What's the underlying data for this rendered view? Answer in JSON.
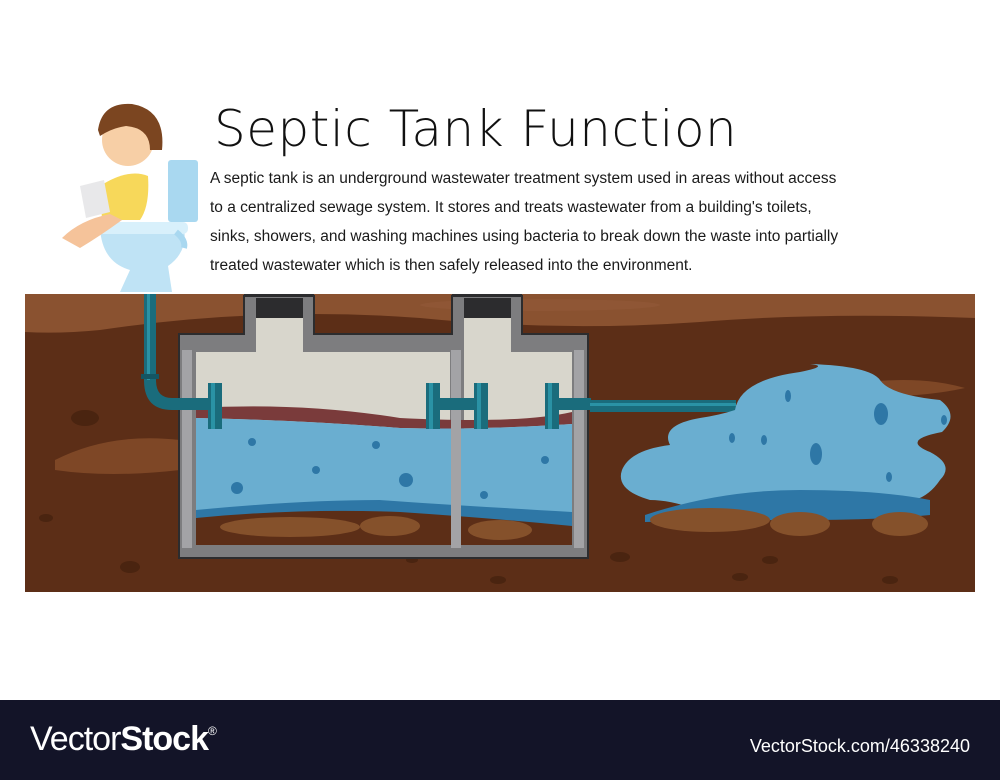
{
  "header": {
    "title": "Septic Tank Function",
    "description_lines": [
      "A septic tank is an underground wastewater treatment system used in areas without access",
      "to a centralized sewage system. It stores and treats wastewater from a building's toilets,",
      "sinks, showers, and washing machines using bacteria to break down the waste into partially",
      "treated wastewater which is then safely released into the environment."
    ]
  },
  "illustration": {
    "elements": [
      "boy-on-toilet",
      "inlet-pipe",
      "septic-tank-chamber-1",
      "septic-tank-chamber-2",
      "outlet-pipe",
      "drain-field-water"
    ],
    "colors": {
      "soil_top": "#8a5230",
      "soil": "#5c2e17",
      "soil_patch": "#7e4726",
      "concrete": "#7d7d7f",
      "concrete_light": "#a3a3a6",
      "lid": "#2c2c2e",
      "air": "#d8d6cc",
      "scum": "#7a3b3b",
      "water": "#6aaed0",
      "water_dark": "#2e77a6",
      "sludge": "#85512b",
      "pipe": "#1a6c7c",
      "pipe_light": "#2a92a5"
    }
  },
  "footer": {
    "brand_thin": "Vector",
    "brand_bold": "Stock",
    "registered": "®",
    "stock_id": "VectorStock.com/46338240"
  }
}
